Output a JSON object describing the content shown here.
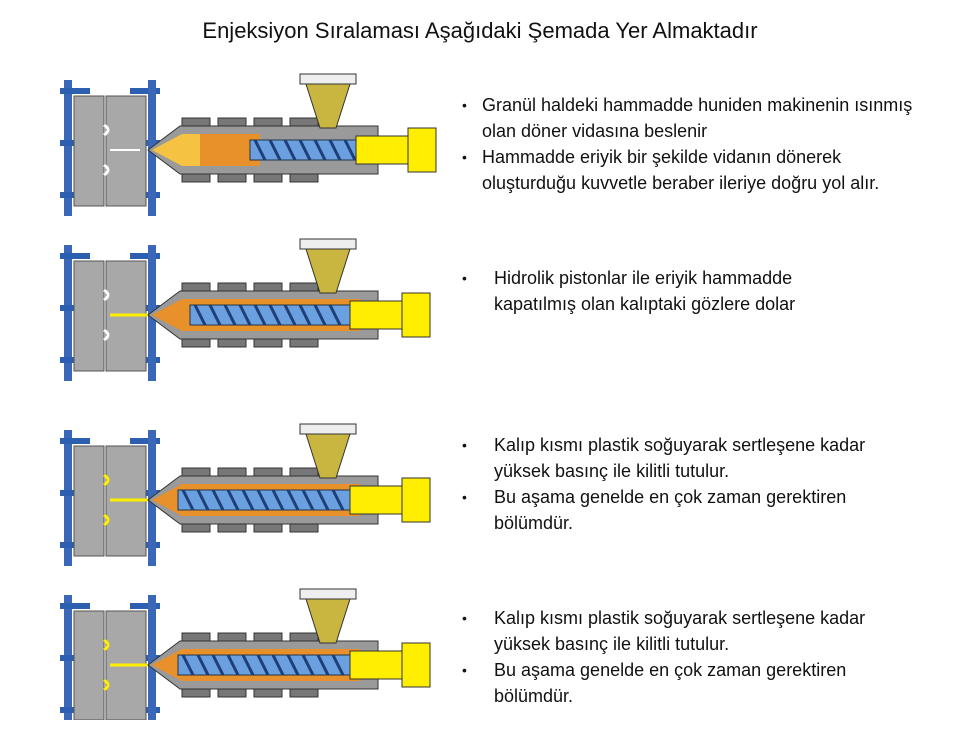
{
  "title": "Enjeksiyon Sıralaması Aşağıdaki Şemada Yer Almaktadır",
  "stages": [
    {
      "bullets": [
        "Granül haldeki hammadde huniden makinenin ısınmış olan döner vidasına beslenir",
        "Hammadde eriyik bir şekilde vidanın dönerek oluşturduğu kuvvetle beraber ileriye doğru yol alır."
      ]
    },
    {
      "bullets": [
        "Hidrolik pistonlar ile eriyik hammadde kapatılmış olan kalıptaki gözlere dolar"
      ]
    },
    {
      "bullets": [
        "Kalıp kısmı plastik soğuyarak sertleşene kadar yüksek basınç ile kilitli tutulur.",
        "Bu aşama genelde en çok zaman gerektiren bölümdür."
      ]
    },
    {
      "bullets": [
        "Kalıp kısmı plastik soğuyarak sertleşene kadar yüksek basınç ile kilitli tutulur.",
        "Bu aşama genelde en çok zaman gerektiren bölümdür."
      ]
    }
  ],
  "colors": {
    "mold": "#a8a8a8",
    "mold_frame": "#2d5fb0",
    "barrel": "#9a9a9a",
    "melt": "#f5c242",
    "screw": "#6aa0e0",
    "piston": "#ffee00",
    "pellets": "#c8b640"
  }
}
